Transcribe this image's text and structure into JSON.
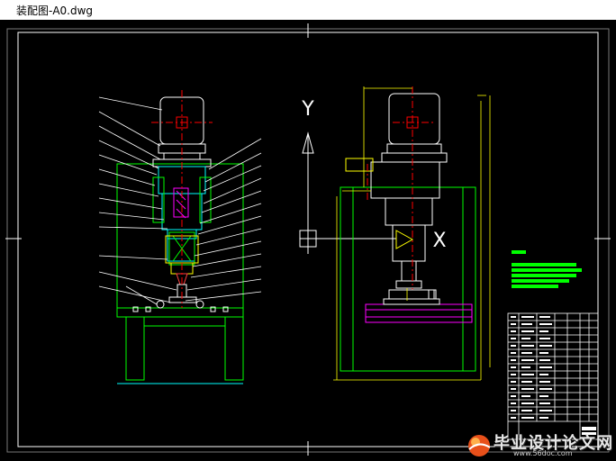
{
  "window": {
    "title": "装配图-A0.dwg"
  },
  "drawing": {
    "view_labels": {
      "y_axis": "Y",
      "x_axis": "X"
    }
  },
  "watermark": {
    "text": "毕业设计论文网",
    "url": "www.56doc.com"
  },
  "colors": {
    "background": "#000000",
    "frame": "#ffffff",
    "outline": "#00ff00",
    "centerline": "#ff0000",
    "hatch": "#ff00ff",
    "parts": "#00ffff",
    "dims": "#ffff00",
    "notes": "#00ff00"
  },
  "icons": {
    "watermark_logo": "ball-logo-icon"
  }
}
